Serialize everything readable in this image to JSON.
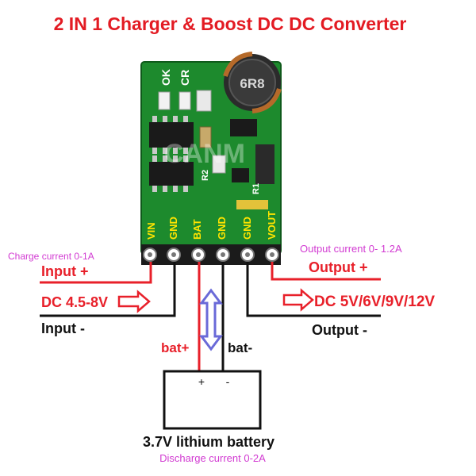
{
  "title": "2 IN 1 Charger & Boost DC DC Converter",
  "colors": {
    "title_red": "#e31b23",
    "pcb_green": "#1d8a2d",
    "wire_red": "#e8202a",
    "wire_black": "#111111",
    "annotation_pink": "#d23bd2",
    "arrow_blue": "#6a6ad8"
  },
  "board": {
    "silkscreen_top": [
      "OK",
      "CR"
    ],
    "inductor_label": "6R8",
    "watermark": "CANM",
    "resistor_labels": [
      "R2",
      "R1"
    ],
    "pins": [
      "VIN",
      "GND",
      "BAT",
      "GND",
      "GND",
      "VOUT"
    ]
  },
  "left": {
    "charge_current": "Charge current 0-1A",
    "input_plus": "Input +",
    "input_voltage": "DC 4.5-8V",
    "input_minus": "Input -"
  },
  "right": {
    "output_current": "Output current 0- 1.2A",
    "output_plus": "Output +",
    "output_voltage": "DC 5V/6V/9V/12V",
    "output_minus": "Output -"
  },
  "battery": {
    "bat_plus": "bat+",
    "bat_minus": "bat-",
    "terminal_plus": "+",
    "terminal_minus": "-",
    "label": "3.7V lithium battery",
    "discharge_current": "Discharge current 0-2A"
  }
}
